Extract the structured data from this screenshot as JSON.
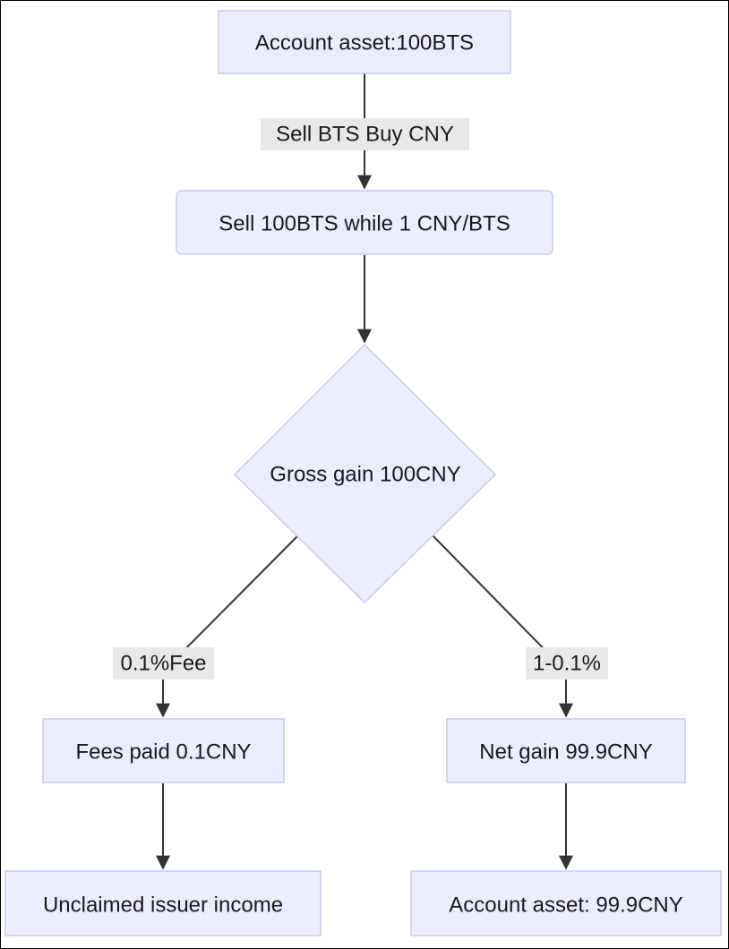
{
  "nodes": {
    "account_asset_bts": "Account asset:100BTS",
    "sell_order": "Sell 100BTS while 1 CNY/BTS",
    "gross_gain": "Gross gain 100CNY",
    "fees_paid": "Fees paid 0.1CNY",
    "net_gain": "Net gain 99.9CNY",
    "unclaimed_income": "Unclaimed issuer income",
    "account_asset_cny": "Account asset: 99.9CNY"
  },
  "edges": {
    "sell_buy": "Sell BTS Buy CNY",
    "fee": "0.1%Fee",
    "remainder": "1-0.1%"
  },
  "colors": {
    "node_fill": "#ECECFF",
    "node_stroke": "#C9C9F2",
    "edge": "#333333",
    "label_bg": "#E8E8E8"
  }
}
